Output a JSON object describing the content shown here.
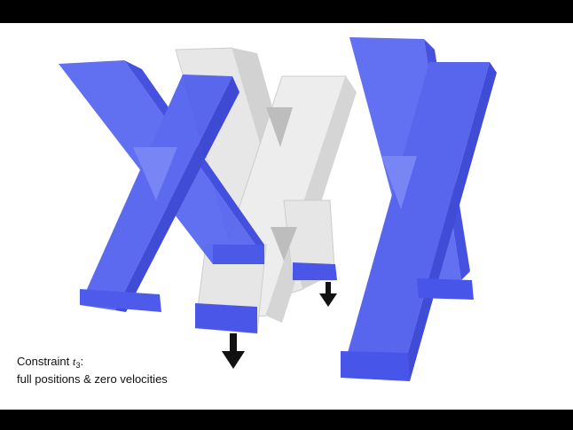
{
  "caption": {
    "line1_prefix": "Constraint ",
    "line1_var": "t",
    "line1_sub": "3",
    "line1_suffix": ":",
    "line2": "full positions & zero velocities"
  },
  "colors": {
    "frame": "#000000",
    "background": "#ffffff",
    "blue_front": "#4f5ef0",
    "blue_dark": "#2b36d4",
    "blue_light": "#7c87f5",
    "gray_front": "#e2e2e2",
    "gray_dark": "#bdbdbd",
    "arrow": "#111111"
  },
  "objects": [
    {
      "name": "blue-x-left",
      "shape": "letter-X",
      "color": "blue",
      "opacity": "translucent"
    },
    {
      "name": "gray-x-center",
      "shape": "letter-X",
      "color": "gray",
      "opacity": "translucent"
    },
    {
      "name": "blue-x-right",
      "shape": "letter-X",
      "color": "blue",
      "opacity": "translucent"
    },
    {
      "name": "down-arrow",
      "count": 2,
      "direction": "down"
    }
  ]
}
